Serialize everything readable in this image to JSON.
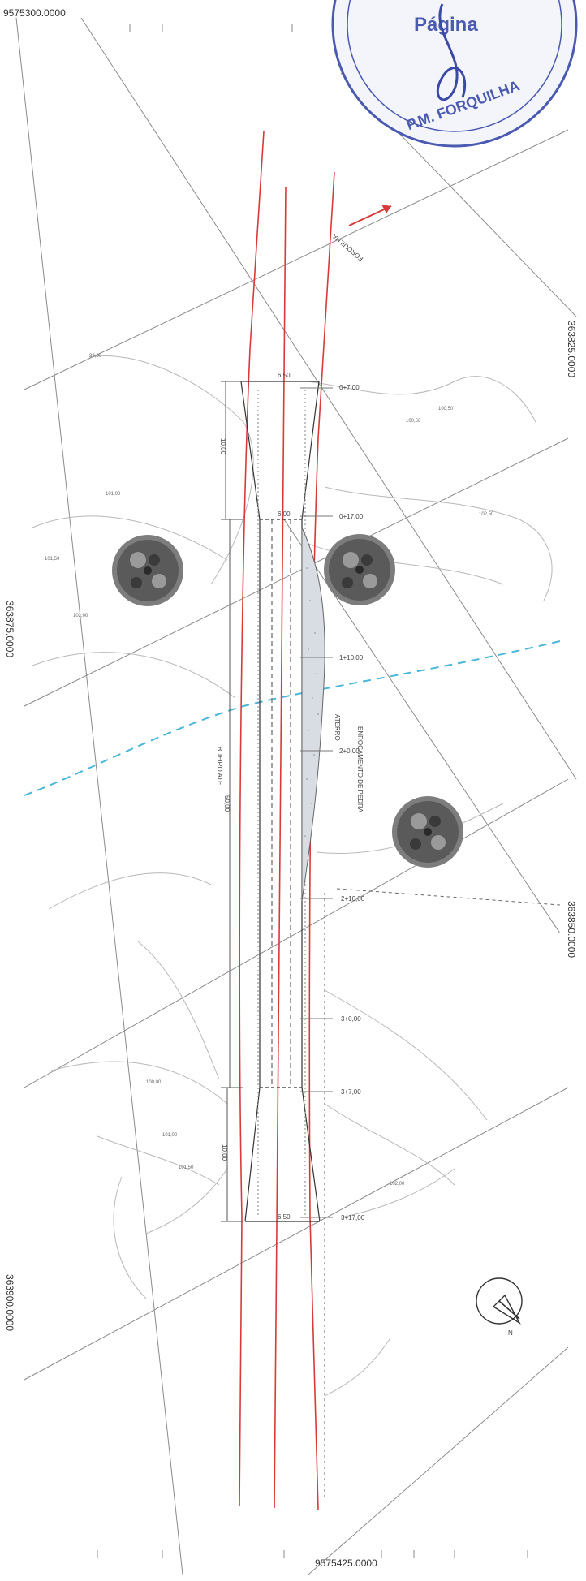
{
  "coords": {
    "top": "9575300.0000",
    "bottom": "9575425.0000",
    "right_upper": "363825.0000",
    "right_lower": "363850.0000",
    "left_upper": "363875.0000",
    "left_lower": "363900.0000"
  },
  "stations": [
    "0+7,00",
    "0+17,00",
    "1+10,00",
    "2+0,00",
    "2+10,00",
    "3+0,00",
    "3+7,00",
    "3+17,00"
  ],
  "annotations": {
    "direction": "FORQUILHA",
    "aterro": "ATERRO",
    "enrocamento": "ENROCAMENTO DE PEDRA",
    "bueiro": "BUEIRO ATE",
    "width_top": "6,50",
    "width_mid": "6,00",
    "width_bot": "6,50",
    "len_top": "10,00",
    "len_mid": "50,00",
    "len_bot": "10,00"
  },
  "contours": [
    "99,00",
    "100,00",
    "100,50",
    "101,00",
    "101,50",
    "102,00",
    "102,50"
  ],
  "stamp": {
    "page": "Página",
    "org": "P.M. FORQUILHA"
  },
  "north": "N",
  "colors": {
    "road": "#d83a3a",
    "water": "#4bb7d9",
    "stamp": "#4a5ab0"
  }
}
